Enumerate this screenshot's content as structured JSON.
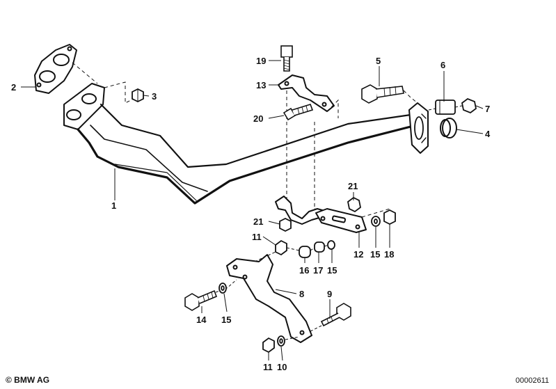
{
  "copyright": "© BMW AG",
  "drawing_number": "00002611",
  "callouts": {
    "c1": "1",
    "c2": "2",
    "c3": "3",
    "c4": "4",
    "c5": "5",
    "c6": "6",
    "c7": "7",
    "c8": "8",
    "c9": "9",
    "c10": "10",
    "c11a": "11",
    "c11b": "11",
    "c12": "12",
    "c13": "13",
    "c14": "14",
    "c15a": "15",
    "c15b": "15",
    "c15c": "15",
    "c16": "16",
    "c17": "17",
    "c18": "18",
    "c19": "19",
    "c20": "20",
    "c21a": "21",
    "c21b": "21"
  }
}
